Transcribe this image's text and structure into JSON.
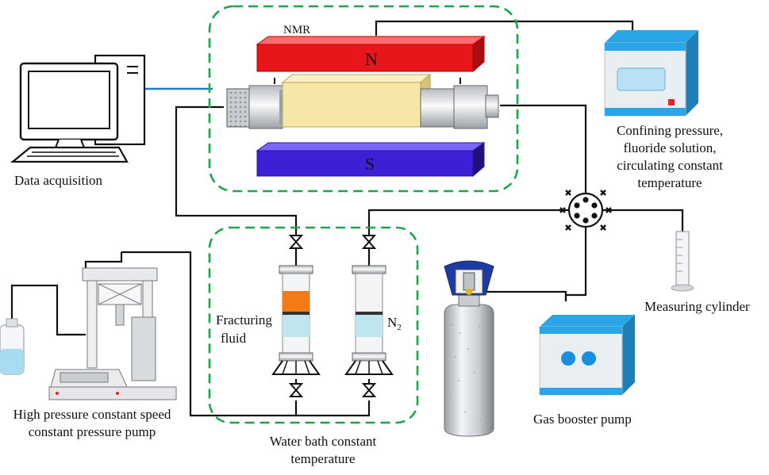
{
  "labels": {
    "nmr": "NMR",
    "magnet_n": "N",
    "magnet_s": "S",
    "data_acquisition": "Data acquisition",
    "confining_line1": "Confining pressure,",
    "confining_line2": "fluoride solution,",
    "confining_line3": "circulating constant",
    "confining_line4": "temperature",
    "fracturing_line1": "Fracturing",
    "fracturing_line2": "fluid",
    "n2_base": "N",
    "n2_sub": "2",
    "measuring_cylinder": "Measuring cylinder",
    "gas_booster_pump": "Gas booster pump",
    "hp_pump_line1": "High pressure constant speed",
    "hp_pump_line2": "constant pressure pump",
    "water_bath_line1": "Water bath constant",
    "water_bath_line2": "temperature"
  },
  "colors": {
    "dashed_box": "#1aa64a",
    "magnet_n": "#e8151b",
    "magnet_s": "#3d1fd6",
    "sample_core": "#f7e7a6",
    "fracturing_fluid": "#f27a17",
    "water": "#bfe6ee",
    "device_blue": "#2aa6e6",
    "cylinder_blue": "#1f3aa3",
    "data_link": "#1a7fd6"
  }
}
